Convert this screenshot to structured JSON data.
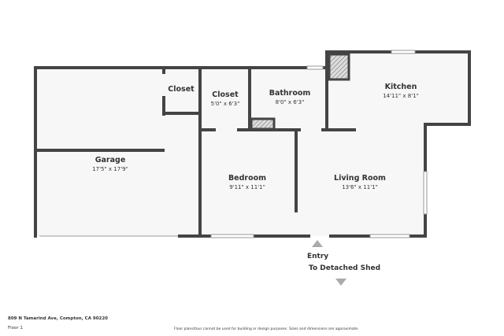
{
  "rooms": [
    {
      "name": "Closet",
      "dims": ""
    },
    {
      "name": "Closet",
      "dims": "5'0\" x 6'3\""
    },
    {
      "name": "Bathroom",
      "dims": "8'0\" x 6'3\""
    },
    {
      "name": "Kitchen",
      "dims": "14'11\" x 8'1\""
    },
    {
      "name": "Garage",
      "dims": "17'5\" x 17'9\""
    },
    {
      "name": "Bedroom",
      "dims": "9'11\" x 11'1\""
    },
    {
      "name": "Living Room",
      "dims": "13'6\" x 11'1\""
    }
  ],
  "entry_label": "Entry",
  "shed_label": "To Detached Shed",
  "footer": {
    "address": "809 N Tamarind Ave, Compton, CA 90220",
    "floor": "Floor 1",
    "disclaimer": "Floor plans/tour cannot be used for building or design purposes. Sizes and dimensions are approximate."
  },
  "colors": {
    "wall": "#444444",
    "floor": "#f7f7f7"
  }
}
